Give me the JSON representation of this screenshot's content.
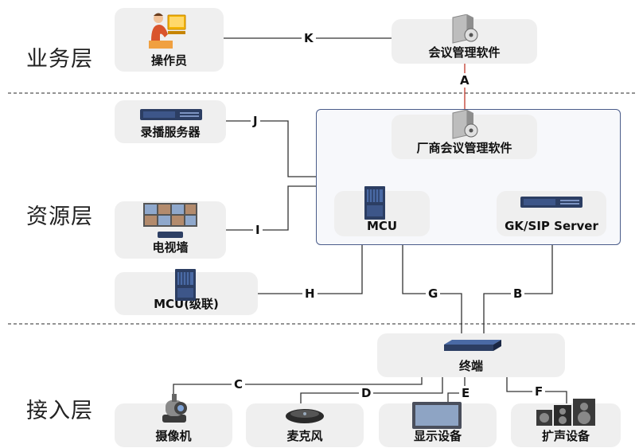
{
  "layers": {
    "business": "业务层",
    "resource": "资源层",
    "access": "接入层"
  },
  "nodes": {
    "operator": "操作员",
    "conf_mgmt": "会议管理软件",
    "vendor_conf_mgmt": "厂商会议管理软件",
    "recorder": "录播服务器",
    "tv_wall": "电视墙",
    "mcu": "MCU",
    "gk_sip": "GK/SIP Server",
    "mcu_cascade": "MCU(级联)",
    "terminal": "终端",
    "camera": "摄像机",
    "microphone": "麦克风",
    "display": "显示设备",
    "speaker": "扩声设备"
  },
  "links": {
    "K": "K",
    "A": "A",
    "J": "J",
    "I": "I",
    "H": "H",
    "G": "G",
    "B": "B",
    "C": "C",
    "D": "D",
    "E": "E",
    "F": "F"
  },
  "colors": {
    "node_bg": "#efefef",
    "vendor_border": "#4a5c8a",
    "link_A": "#c0392b",
    "wire": "#333333"
  }
}
